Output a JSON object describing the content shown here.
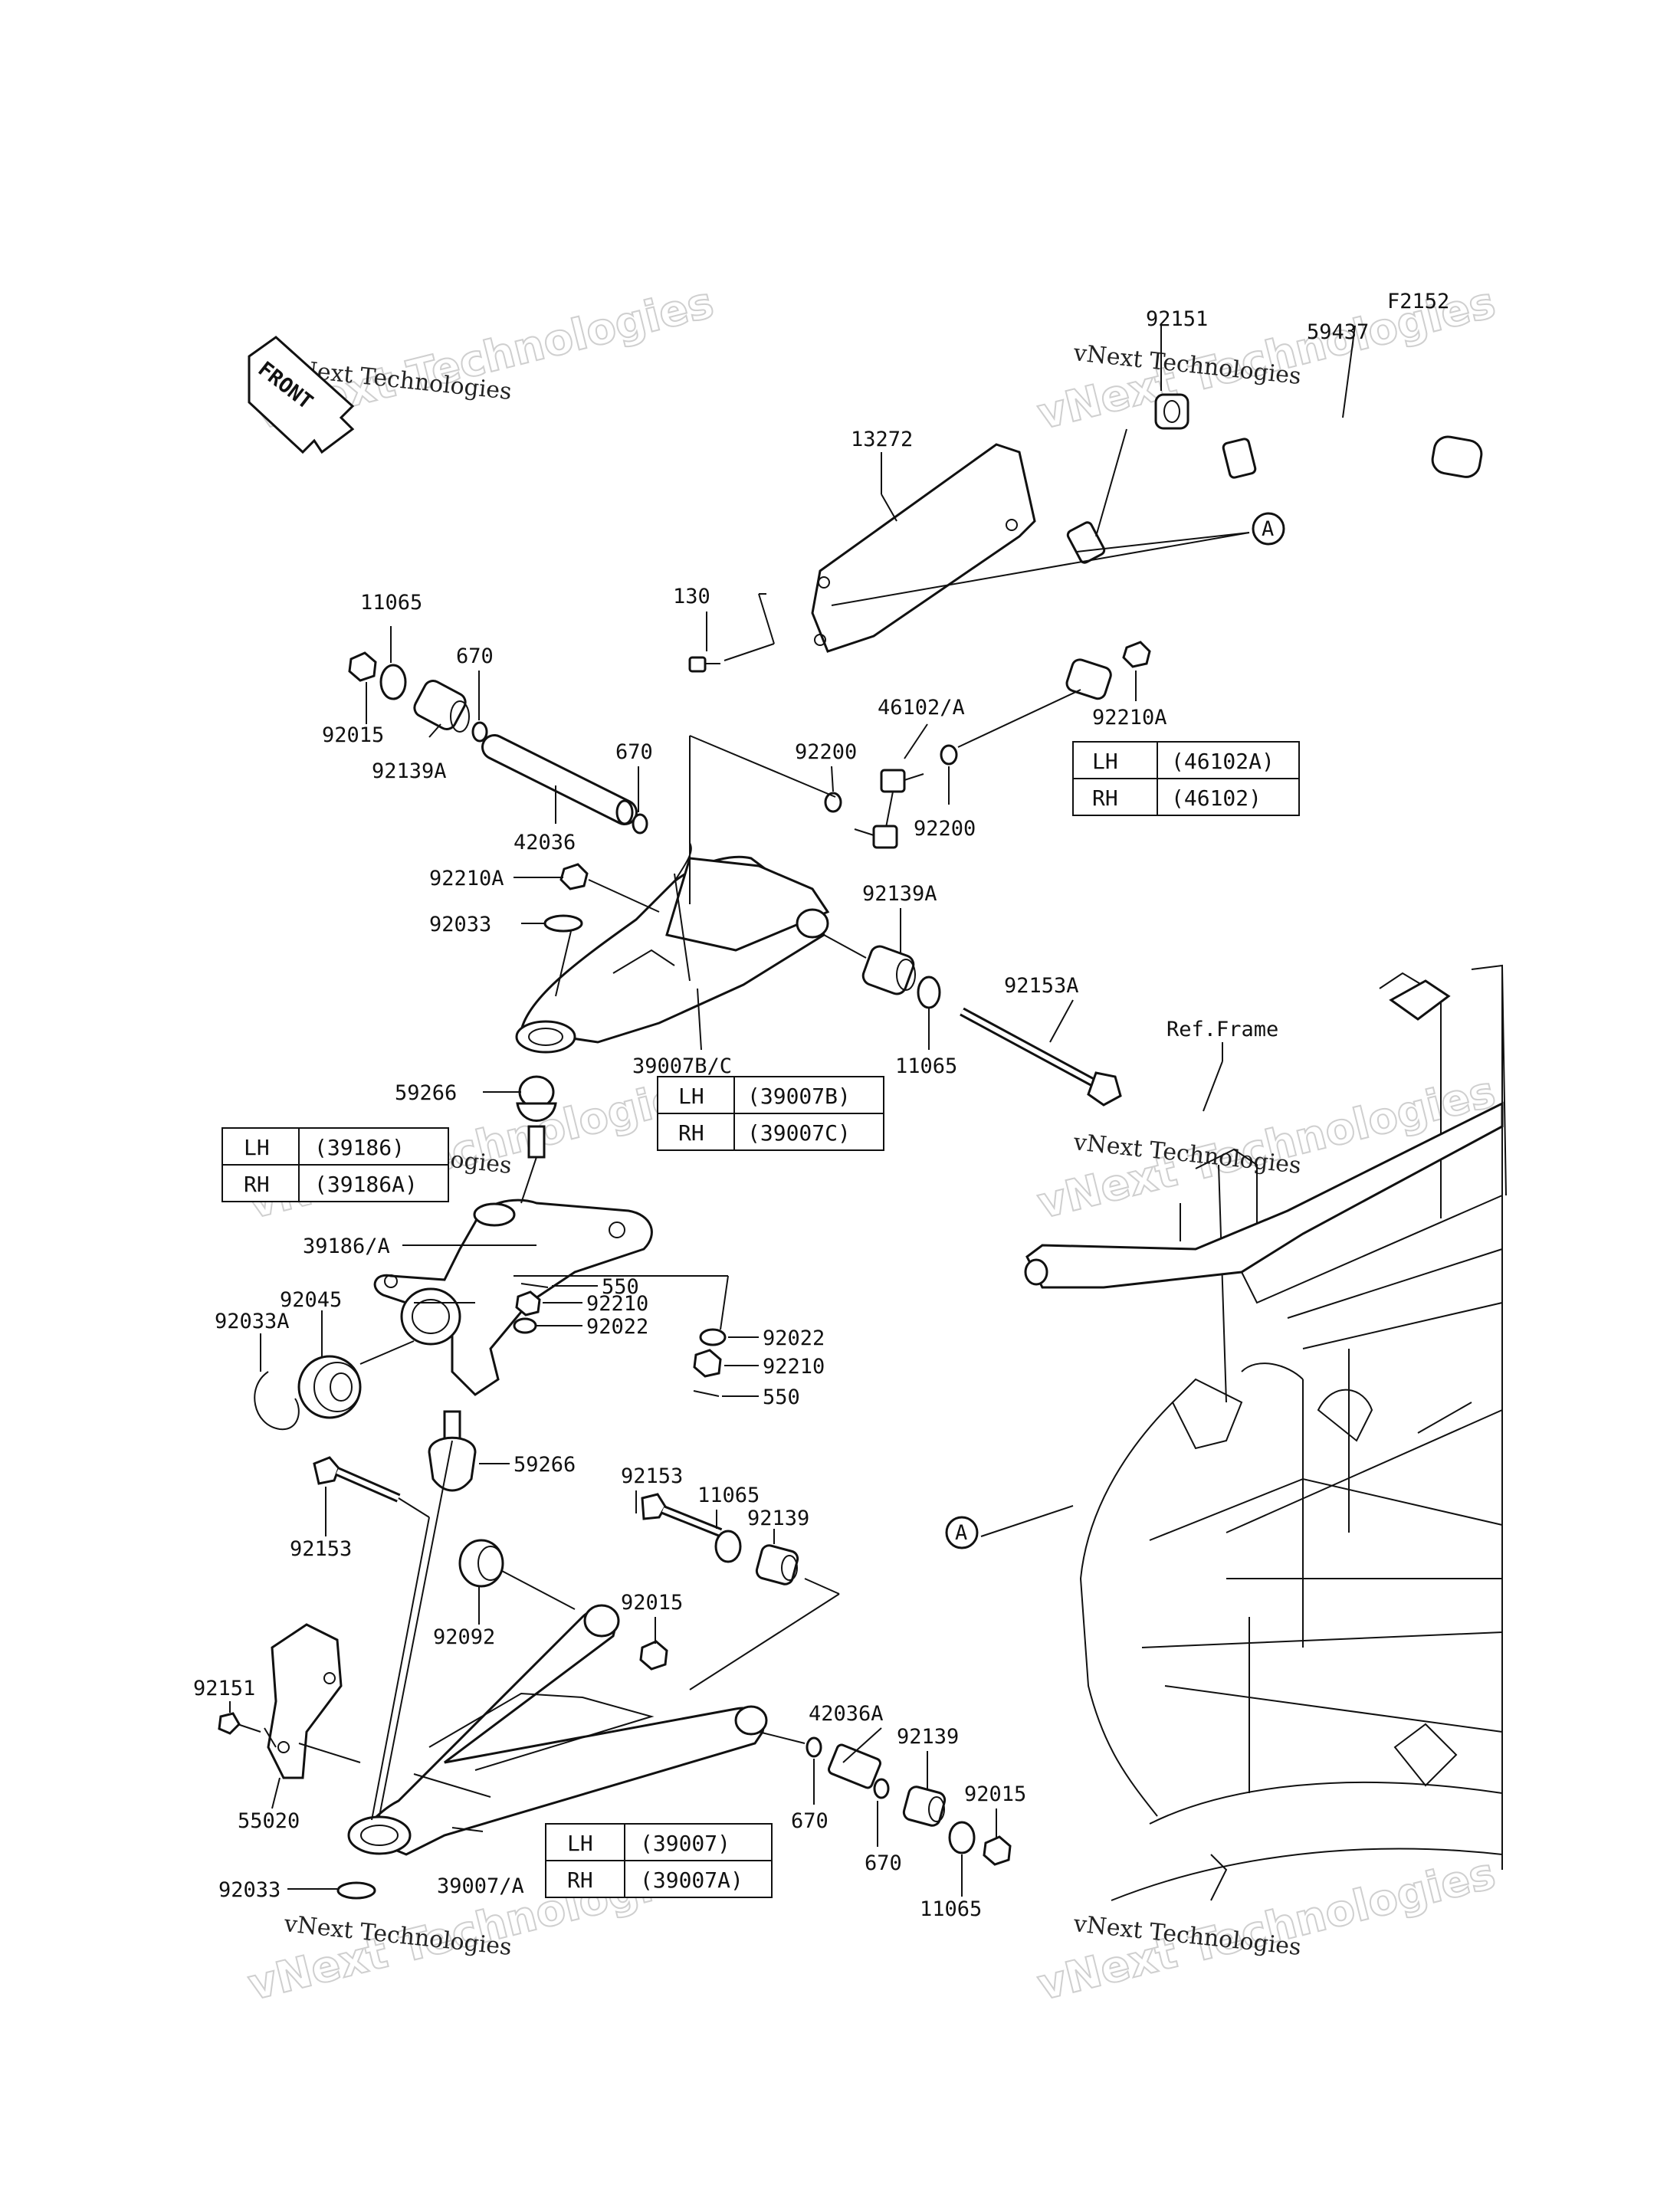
{
  "diagram_code": "F2152",
  "front_label": "FRONT",
  "ref_frame": "Ref.Frame",
  "ref_marker": "A",
  "watermark": {
    "line1": "vNext Technologies",
    "line2": "vNext Technologies"
  },
  "labels": {
    "p59437": "59437",
    "p92151_top": "92151",
    "p13272": "13272",
    "p130": "130",
    "p11065_top": "11065",
    "p670_a": "670",
    "p92015_top": "92015",
    "p92139A_top": "92139A",
    "p670_b": "670",
    "p42036": "42036",
    "p92200_a": "92200",
    "p46102": "46102/A",
    "p92200_b": "92200",
    "p92210A_right": "92210A",
    "p92210A_left": "92210A",
    "p92033": "92033",
    "p92139A_mid": "92139A",
    "p92153A": "92153A",
    "p39007BC": "39007B/C",
    "p11065_mid": "11065",
    "p59266_top": "59266",
    "p39186": "39186/A",
    "p92045": "92045",
    "p92033A": "92033A",
    "p550_a": "550",
    "p92210_a": "92210",
    "p92022_a": "92022",
    "p92022_b": "92022",
    "p92210_b": "92210",
    "p550_b": "550",
    "p59266_bot": "59266",
    "p92153_left": "92153",
    "p92153_mid": "92153",
    "p11065_low": "11065",
    "p92139_mid": "92139",
    "p92092": "92092",
    "p92015_mid": "92015",
    "p92151_bot": "92151",
    "p55020": "55020",
    "p92033_bot": "92033",
    "p39007A": "39007/A",
    "p42036A": "42036A",
    "p670_c": "670",
    "p92139_low": "92139",
    "p670_d": "670",
    "p92015_low": "92015",
    "p11065_bot": "11065"
  },
  "tables": {
    "t46102": [
      {
        "side": "LH",
        "part": "(46102A)"
      },
      {
        "side": "RH",
        "part": "(46102)"
      }
    ],
    "t39007BC": [
      {
        "side": "LH",
        "part": "(39007B)"
      },
      {
        "side": "RH",
        "part": "(39007C)"
      }
    ],
    "t39186": [
      {
        "side": "LH",
        "part": "(39186)"
      },
      {
        "side": "RH",
        "part": "(39186A)"
      }
    ],
    "t39007": [
      {
        "side": "LH",
        "part": "(39007)"
      },
      {
        "side": "RH",
        "part": "(39007A)"
      }
    ]
  }
}
